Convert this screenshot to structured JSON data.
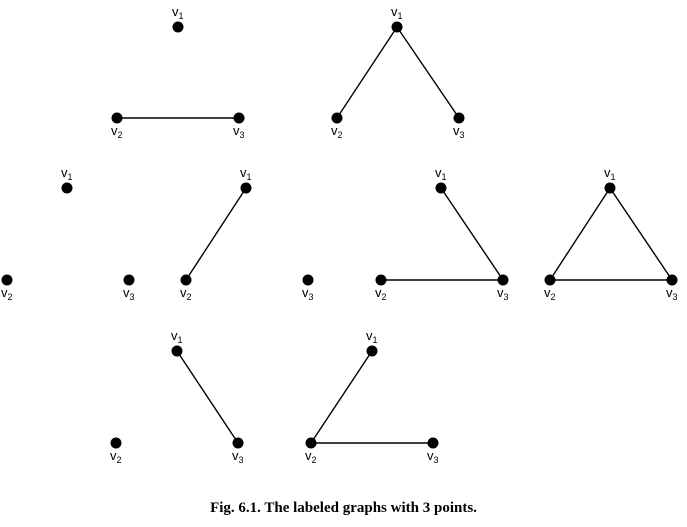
{
  "colors": {
    "ink": "#000000",
    "background": "#ffffff"
  },
  "vertex_labels": {
    "v1": {
      "base": "v",
      "sub": "1"
    },
    "v2": {
      "base": "v",
      "sub": "2"
    },
    "v3": {
      "base": "v",
      "sub": "3"
    }
  },
  "graphs": [
    {
      "id": "g1",
      "edges": [
        [
          "v2",
          "v3"
        ]
      ]
    },
    {
      "id": "g2",
      "edges": [
        [
          "v1",
          "v2"
        ],
        [
          "v1",
          "v3"
        ]
      ]
    },
    {
      "id": "g3",
      "edges": []
    },
    {
      "id": "g4",
      "edges": [
        [
          "v1",
          "v2"
        ]
      ]
    },
    {
      "id": "g5",
      "edges": [
        [
          "v1",
          "v3"
        ],
        [
          "v2",
          "v3"
        ]
      ]
    },
    {
      "id": "g6",
      "edges": [
        [
          "v1",
          "v2"
        ],
        [
          "v1",
          "v3"
        ],
        [
          "v2",
          "v3"
        ]
      ]
    },
    {
      "id": "g7",
      "edges": [
        [
          "v1",
          "v3"
        ]
      ]
    },
    {
      "id": "g8",
      "edges": [
        [
          "v1",
          "v2"
        ],
        [
          "v2",
          "v3"
        ]
      ]
    }
  ],
  "caption": "Fig. 6.1. The labeled graphs with 3 points."
}
